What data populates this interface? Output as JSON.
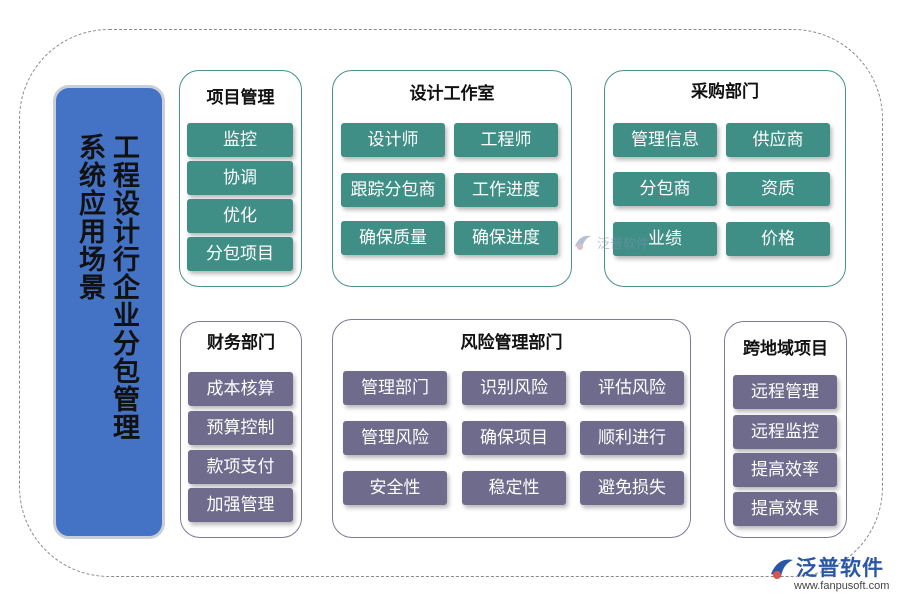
{
  "title": {
    "line1": "工程设计行企业分包管理",
    "line2": "系统应用场景"
  },
  "panels": {
    "project": {
      "title": "项目管理",
      "items": [
        "监控",
        "协调",
        "优化",
        "分包项目"
      ]
    },
    "design": {
      "title": "设计工作室",
      "items": [
        "设计师",
        "工程师",
        "跟踪分包商",
        "工作进度",
        "确保质量",
        "确保进度"
      ]
    },
    "purchase": {
      "title": "采购部门",
      "items": [
        "管理信息",
        "供应商",
        "分包商",
        "资质",
        "业绩",
        "价格"
      ]
    },
    "finance": {
      "title": "财务部门",
      "items": [
        "成本核算",
        "预算控制",
        "款项支付",
        "加强管理"
      ]
    },
    "risk": {
      "title": "风险管理部门",
      "items": [
        "管理部门",
        "识别风险",
        "评估风险",
        "管理风险",
        "确保项目",
        "顺利进行",
        "安全性",
        "稳定性",
        "避免损失"
      ]
    },
    "cross": {
      "title": "跨地域项目",
      "items": [
        "远程管理",
        "远程监控",
        "提高效率",
        "提高效果"
      ]
    }
  },
  "watermark": {
    "center": "泛普软件"
  },
  "logo": {
    "name": "泛普软件",
    "url": "www.fanpusoft.com"
  },
  "colors": {
    "title_bg": "#4472c4",
    "teal": "#3f8f87",
    "purple": "#6f6b8c"
  }
}
